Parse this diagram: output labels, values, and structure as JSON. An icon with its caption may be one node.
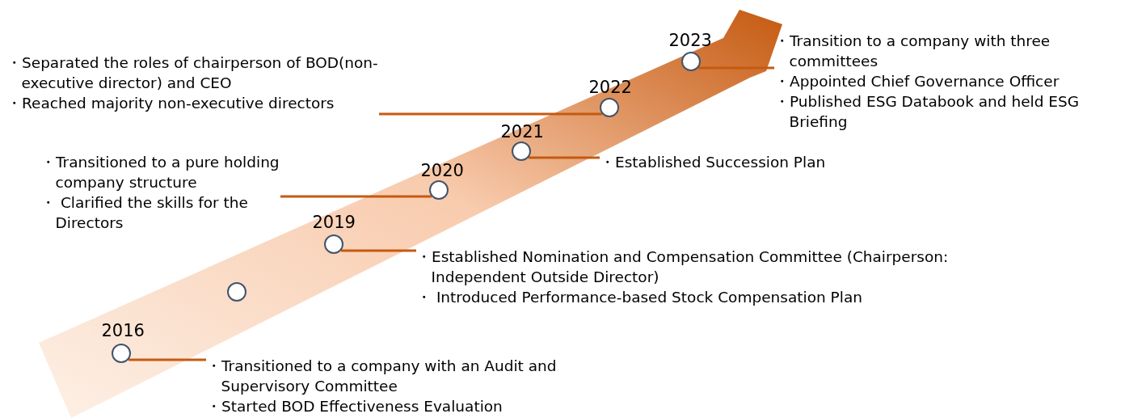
{
  "diagram": {
    "nodes": [
      {
        "text": [
          "2016"
        ]
      },
      {
        "text": [
          "・Transitioned to a company with an Audit and Supervisory Committee",
          "・Started BOD Effectiveness Evaluation"
        ]
      },
      {
        "text": [],
        "shape": "circle"
      },
      {
        "text": [
          "2019"
        ]
      },
      {
        "text": [
          "・Established Nomination and Compensation Committee (Chairperson: Independent Outside Director)",
          "・ Introduced Performance-based Stock Compensation Plan"
        ]
      },
      {
        "text": [
          "2020"
        ]
      },
      {
        "text": [
          "・Transitioned to a pure holding company structure",
          "・ Clarified the skills for the Directors"
        ]
      },
      {
        "text": [
          "2021"
        ]
      },
      {
        "text": [
          "・Established Succession Plan"
        ]
      },
      {
        "text": [
          "2022"
        ]
      },
      {
        "text": [
          "・Separated the roles of chairperson of BOD(non-executive director) and CEO",
          "・Reached majority non-executive directors"
        ]
      },
      {
        "text": [
          "2023"
        ]
      },
      {
        "text": [
          "・Transition to a company with three committees",
          "・Appointed Chief Governance Officer",
          "・Published ESG Databook and held ESG Briefing"
        ]
      }
    ],
    "edges": [
      {
        "from": 0,
        "to": 1,
        "arrow": "none"
      },
      {
        "from": 3,
        "to": 4,
        "arrow": "none"
      },
      {
        "from": 5,
        "to": 6,
        "arrow": "none"
      },
      {
        "from": 7,
        "to": 8,
        "arrow": "none"
      },
      {
        "from": 9,
        "to": 10,
        "arrow": "none"
      },
      {
        "from": 11,
        "to": 12,
        "arrow": "none"
      }
    ]
  }
}
